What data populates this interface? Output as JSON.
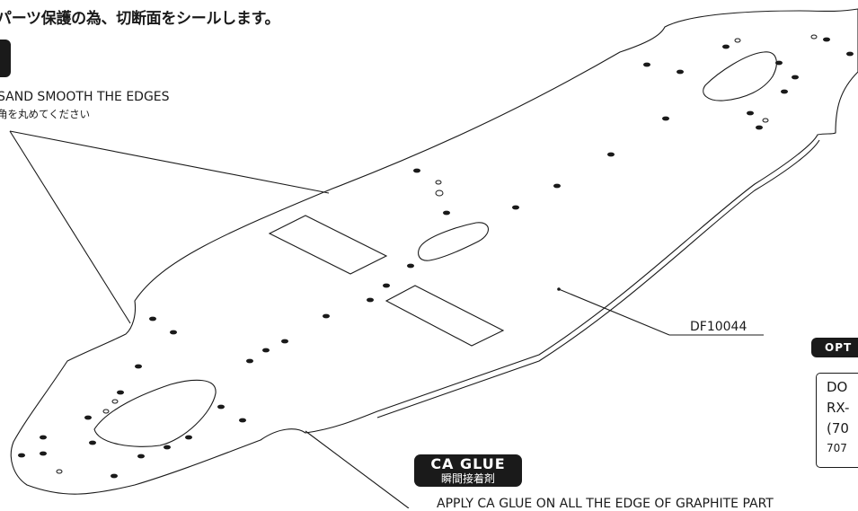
{
  "header": {
    "text": "パーツ保護の為、切断面をシールします。"
  },
  "note_sand": {
    "en": "SAND SMOOTH THE EDGES",
    "jp": "角を丸めてください"
  },
  "part": {
    "id": "DF10044"
  },
  "ca_glue": {
    "title": "CA GLUE",
    "jp": "瞬間接着剤",
    "instruction": "APPLY CA GLUE ON ALL THE EDGE OF GRAPHITE PART"
  },
  "option": {
    "tab": "OPT",
    "lines": [
      "DO",
      "RX-",
      "(70",
      "707"
    ]
  }
}
